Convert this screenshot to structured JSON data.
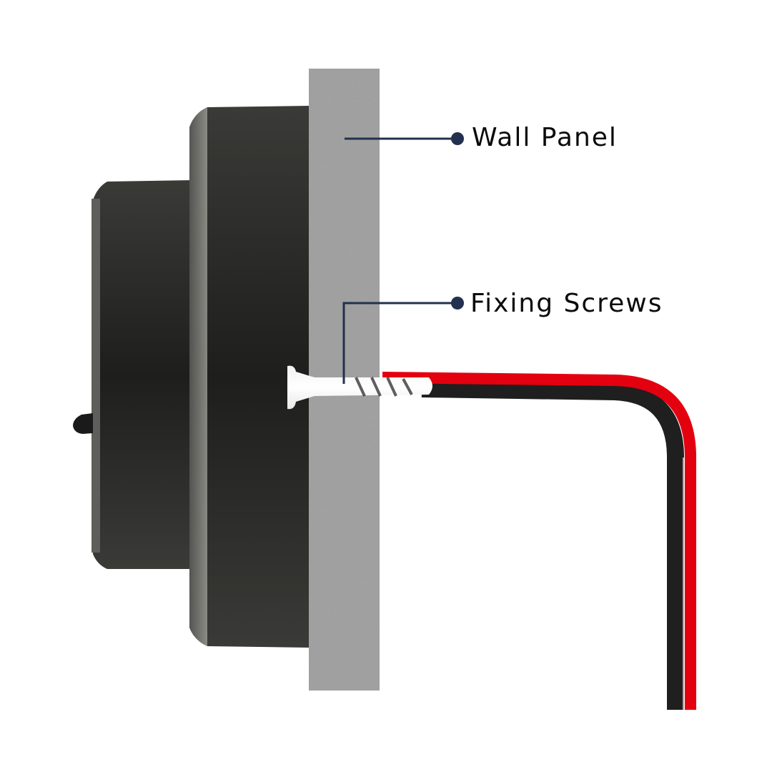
{
  "diagram": {
    "type": "side-view mounting diagram",
    "colors": {
      "background": "#ffffff",
      "device_body": "#2b2b29",
      "device_edge": "#8a8a86",
      "wall_panel": "#a6a6a6",
      "leader_line": "#23304f",
      "wire_red": "#e3000f",
      "wire_black": "#1f1f1f",
      "screw": "#ffffff"
    },
    "labels": [
      {
        "id": "wall-panel",
        "text": "Wall Panel"
      },
      {
        "id": "fixing-screws",
        "text": "Fixing Screws"
      }
    ],
    "components": [
      "device-front-housing",
      "device-rear-housing",
      "device-latch",
      "wall-panel",
      "fixing-screw",
      "cable-red",
      "cable-black"
    ]
  }
}
